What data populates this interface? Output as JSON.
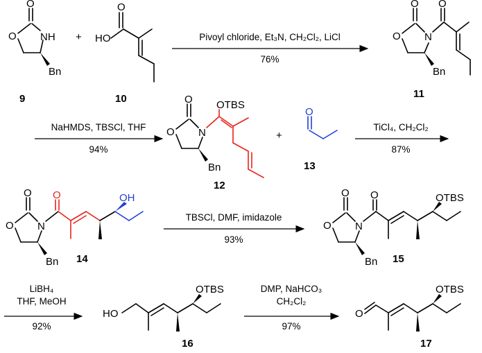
{
  "atoms": {
    "O": "O",
    "N": "N",
    "NH": "NH",
    "HO": "HO",
    "Bn": "Bn",
    "OTBS": "OTBS",
    "OH": "OH",
    "plus": "+"
  },
  "compounds": {
    "c9": "9",
    "c10": "10",
    "c11": "11",
    "c12": "12",
    "c13": "13",
    "c14": "14",
    "c15": "15",
    "c16": "16",
    "c17": "17"
  },
  "steps": {
    "s1": {
      "conditions": "Pivoyl chloride, Et₃N, CH₂Cl₂, LiCl",
      "yield": "76%"
    },
    "s2": {
      "conditions": "NaHMDS, TBSCl, THF",
      "yield": "94%"
    },
    "s3": {
      "conditions": "TiCl₄, CH₂Cl₂",
      "yield": "87%"
    },
    "s4": {
      "conditions": "TBSCl, DMF, imidazole",
      "yield": "93%"
    },
    "s5": {
      "line1": "LiBH₄",
      "line2": "THF, MeOH",
      "yield": "92%"
    },
    "s6": {
      "line1": "DMP, NaHCO₃",
      "line2": "CH₂Cl₂",
      "yield": "97%"
    }
  },
  "colors": {
    "highlight_red": "#e8231b",
    "highlight_blue": "#1f3fd1"
  }
}
